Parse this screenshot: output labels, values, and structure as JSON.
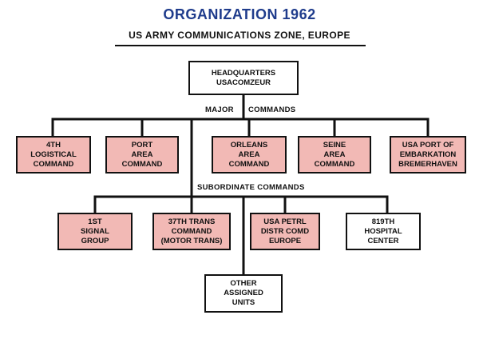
{
  "title": "ORGANIZATION 1962",
  "subtitle": "US ARMY COMMUNICATIONS ZONE, EUROPE",
  "headquarters": [
    "HEADQUARTERS",
    "USACOMZEUR"
  ],
  "major_commands_label": {
    "left": "MAJOR",
    "right": "COMMANDS"
  },
  "major_commands": [
    [
      "4TH",
      "LOGISTICAL",
      "COMMAND"
    ],
    [
      "PORT",
      "AREA",
      "COMMAND"
    ],
    [
      "ORLEANS",
      "AREA",
      "COMMAND"
    ],
    [
      "SEINE",
      "AREA",
      "COMMAND"
    ],
    [
      "USA PORT OF",
      "EMBARKATION",
      "BREMERHAVEN"
    ]
  ],
  "subordinate_commands_label": "SUBORDINATE COMMANDS",
  "subordinate_commands": [
    [
      "1ST",
      "SIGNAL",
      "GROUP"
    ],
    [
      "37TH TRANS",
      "COMMAND",
      "(MOTOR TRANS)"
    ],
    [
      "USA PETRL",
      "DISTR COMD",
      "EUROPE"
    ],
    [
      "819TH",
      "HOSPITAL",
      "CENTER"
    ]
  ],
  "other_units": [
    "OTHER",
    "ASSIGNED",
    "UNITS"
  ],
  "colors": {
    "title": "#1f3c8c",
    "box_fill": "#f2b9b5",
    "box_white": "#ffffff",
    "line": "#111111"
  }
}
